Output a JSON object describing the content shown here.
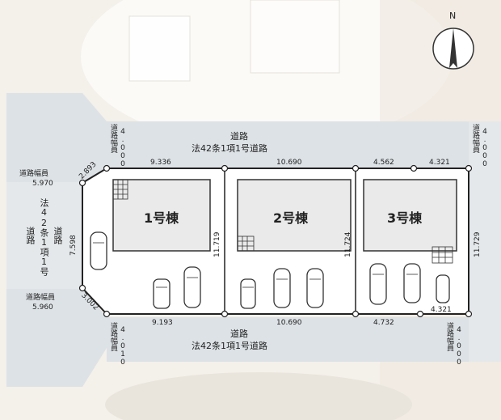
{
  "north_label": "N",
  "roads": {
    "top_label_1": "道路",
    "top_label_2": "法42条1項1号道路",
    "bottom_label_1": "道路",
    "bottom_label_2": "法42条1項1号道路",
    "left_label_col1": "法42条1項1号",
    "left_label_col2a": "道路",
    "left_label_col2b": "道路"
  },
  "road_widths": {
    "top_left": {
      "title": "道路幅員",
      "value": "4.000"
    },
    "top_right": {
      "title": "道路幅員",
      "value": "4.000"
    },
    "bottom_left": {
      "title": "道路幅員",
      "value": "4.010"
    },
    "bottom_right": {
      "title": "道路幅員",
      "value": "4.000"
    },
    "left_upper": {
      "title": "道路幅員",
      "value": "5.970"
    },
    "left_lower": {
      "title": "道路幅員",
      "value": "5.960"
    }
  },
  "dimensions": {
    "top_1": "9.336",
    "top_2": "10.690",
    "top_3a": "4.562",
    "top_3b": "4.321",
    "bottom_1": "9.193",
    "bottom_2": "10.690",
    "bottom_3": "4.732",
    "bottom_right": "4.321",
    "corner_top": "2.893",
    "corner_bottom": "3.002",
    "left_side": "7.598",
    "div_1": "11.719",
    "div_2": "11.724",
    "right_side": "11.729"
  },
  "buildings": [
    {
      "name": "1号棟"
    },
    {
      "name": "2号棟"
    },
    {
      "name": "3号棟"
    }
  ],
  "colors": {
    "road": "#dde2e6",
    "lot": "#ffffff",
    "building": "#eaeaea",
    "boundary": "#222222"
  }
}
